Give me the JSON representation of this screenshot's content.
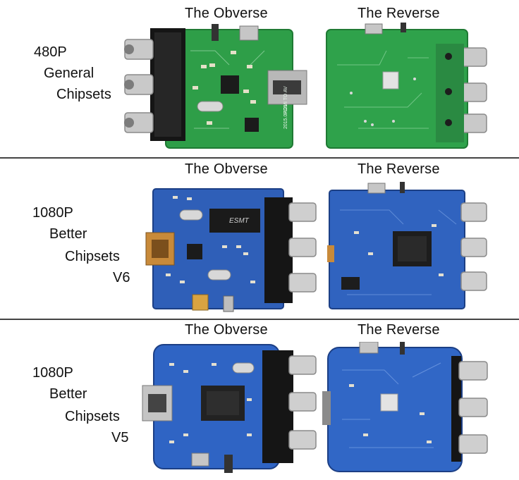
{
  "sections": [
    {
      "headers": {
        "obverse": "The Obverse",
        "reverse": "The Reverse"
      },
      "label_lines": [
        "480P",
        "General",
        "Chipsets"
      ],
      "board_color": "#2e9e48",
      "obverse_silkscreen": [
        "HDMI TO AV",
        "2015.07.21"
      ]
    },
    {
      "headers": {
        "obverse": "The Obverse",
        "reverse": "The Reverse"
      },
      "label_lines": [
        "1080P",
        "Better",
        "Chipsets",
        "V6"
      ],
      "board_color": "#2f5fb8",
      "obverse_chip_text": "ESMT"
    },
    {
      "headers": {
        "obverse": "The Obverse",
        "reverse": "The Reverse"
      },
      "label_lines": [
        "1080P",
        "Better",
        "Chipsets",
        "V5"
      ],
      "board_color": "#2f64c4"
    }
  ]
}
